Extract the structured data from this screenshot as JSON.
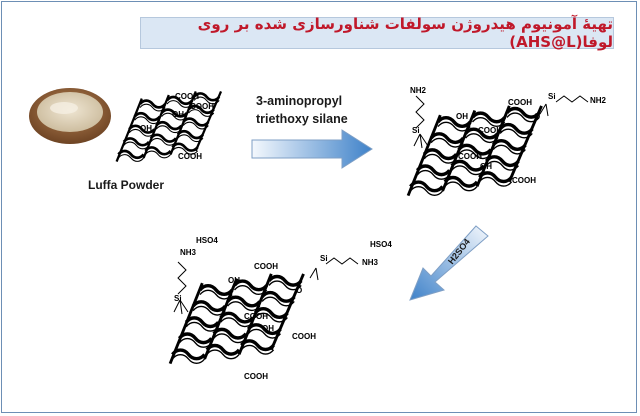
{
  "title": "تهیهٔ آمونیوم هیدروژن سولفات شناورسازی شده بر روی لوفا(AHS@L)",
  "luffa_label": "Luffa Powder",
  "reagent1": {
    "line1": "3-aminopropyl",
    "line2": "triethoxy silane"
  },
  "reagent2": "H2SO4",
  "groups": {
    "cooh": "COOH",
    "oh": "OH",
    "o": "O",
    "si": "Si",
    "nh2": "NH2",
    "nh3": "NH3",
    "hso4": "HSO4"
  },
  "colors": {
    "title_text": "#c0182a",
    "title_bg": "#dbe7f4",
    "arrow_start": "#f4f8fd",
    "arrow_end": "#3f82c9",
    "frame": "#6d8fb5"
  }
}
